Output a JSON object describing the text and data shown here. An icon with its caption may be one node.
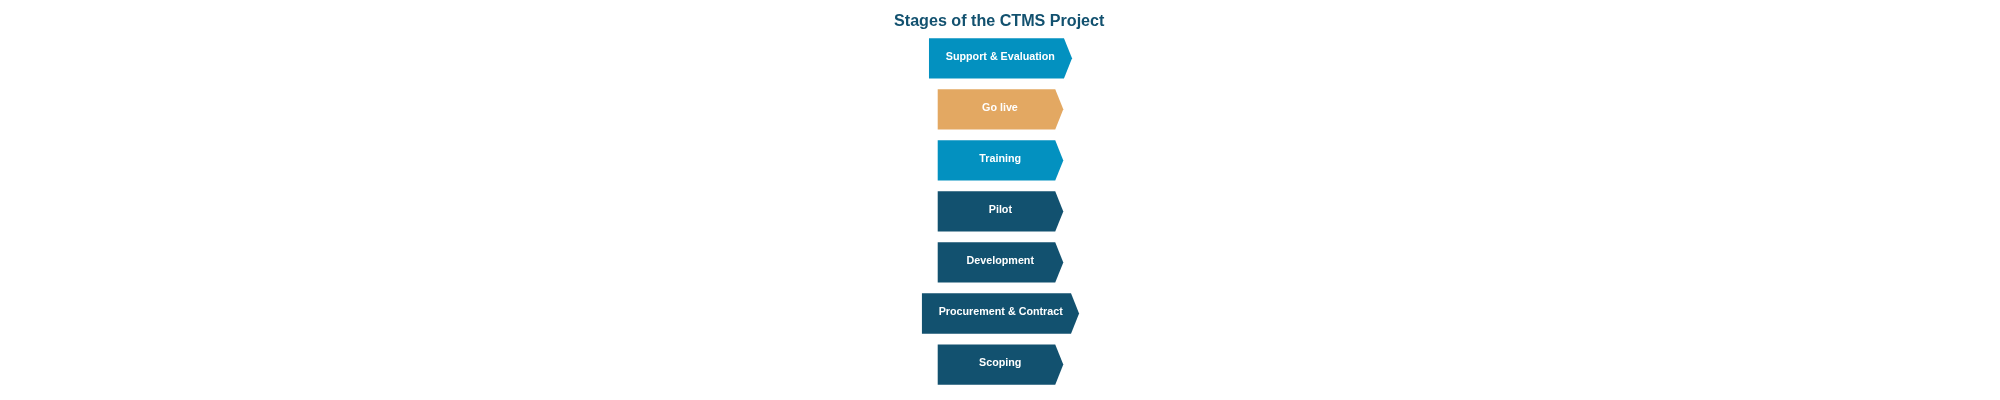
{
  "diagram": {
    "title": "Stages of the CTMS Project",
    "nodes": [
      {
        "text": [
          "Scoping"
        ]
      },
      {
        "text": [
          "Procurement & Contract"
        ]
      },
      {
        "text": [
          "Development"
        ]
      },
      {
        "text": [
          "Pilot"
        ]
      },
      {
        "text": [
          "Training"
        ]
      },
      {
        "text": [
          "Go live"
        ]
      },
      {
        "text": [
          "Support & Evaluation"
        ]
      }
    ],
    "edges": []
  }
}
